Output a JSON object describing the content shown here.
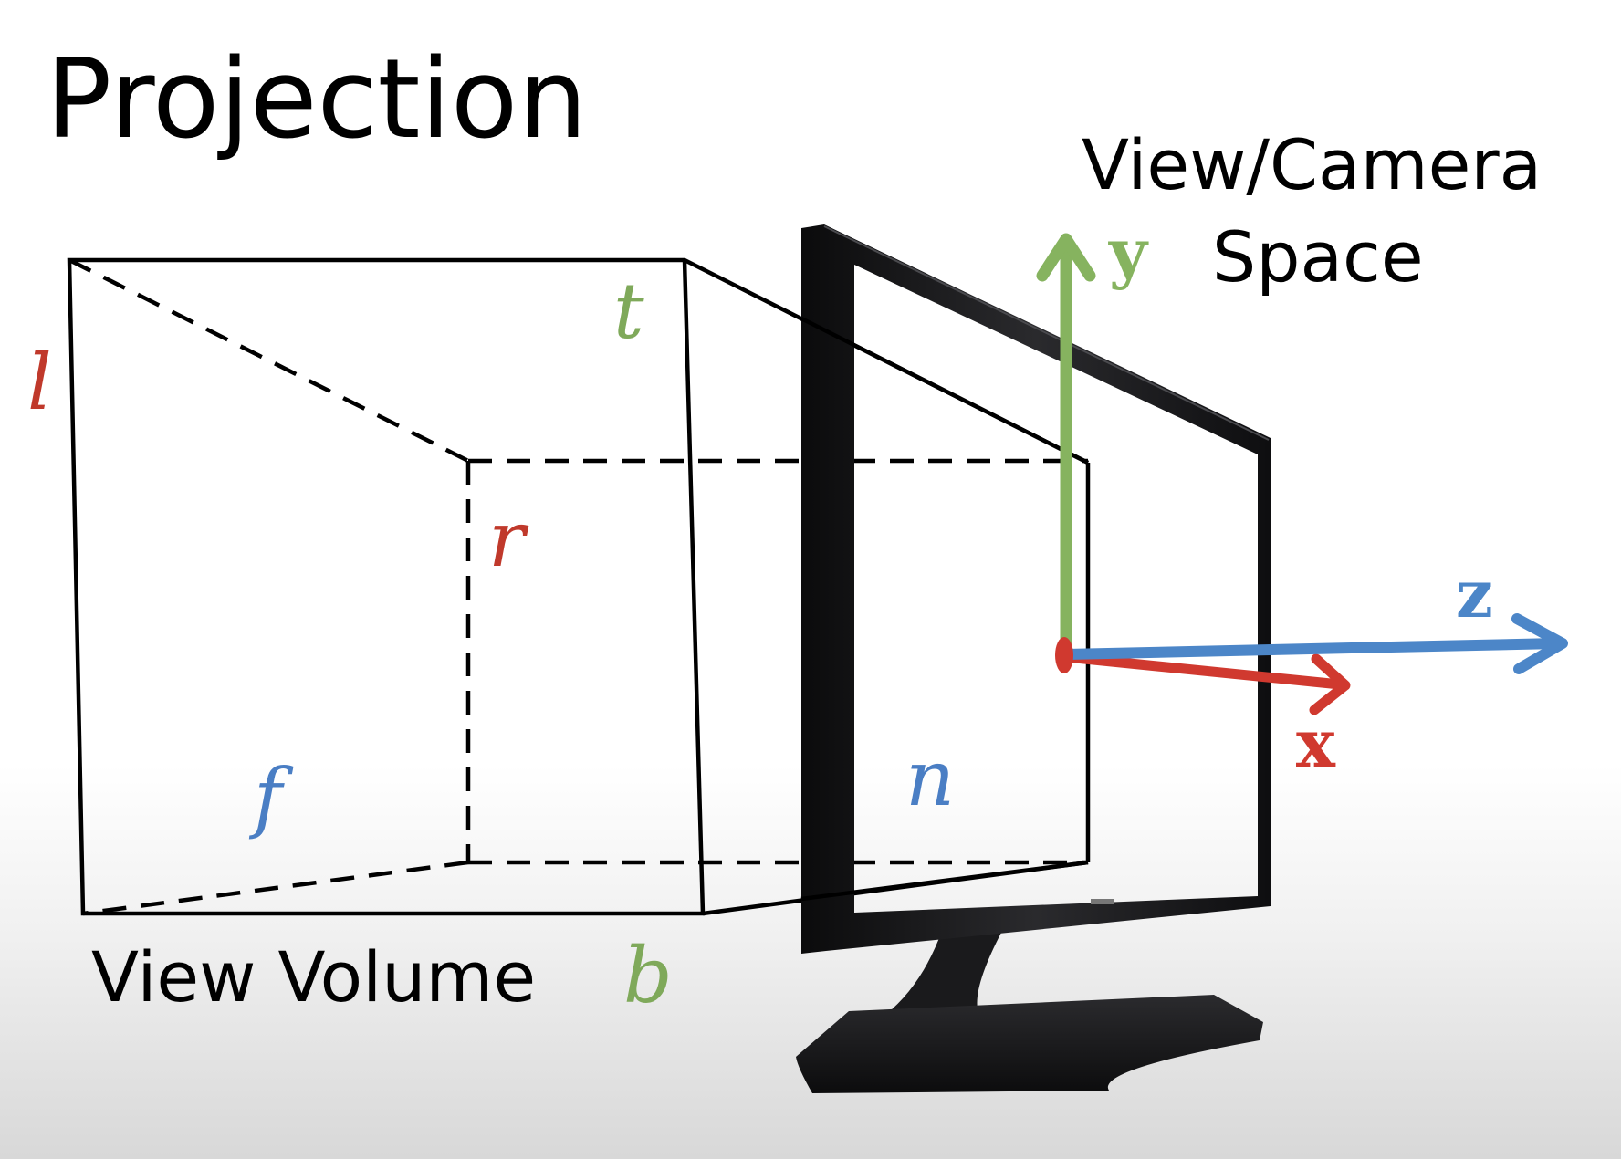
{
  "slide": {
    "title": "Projection",
    "camera_space_label": [
      "View/Camera",
      "Space"
    ],
    "view_volume_label": "View Volume"
  },
  "planes": {
    "l": "l",
    "r": "r",
    "t": "t",
    "b": "b",
    "n": "n",
    "f": "f"
  },
  "axes": {
    "x": "x",
    "y": "y",
    "z": "z"
  },
  "colors": {
    "left_right": "#c0392b",
    "top_bottom": "#7fa95a",
    "near_far": "#4a7ec4",
    "x_axis": "#d0392f",
    "y_axis": "#86b35f",
    "z_axis": "#4c86c8",
    "monitor": "#1c1c1e"
  },
  "icons": {
    "monitor": "monitor-icon"
  }
}
